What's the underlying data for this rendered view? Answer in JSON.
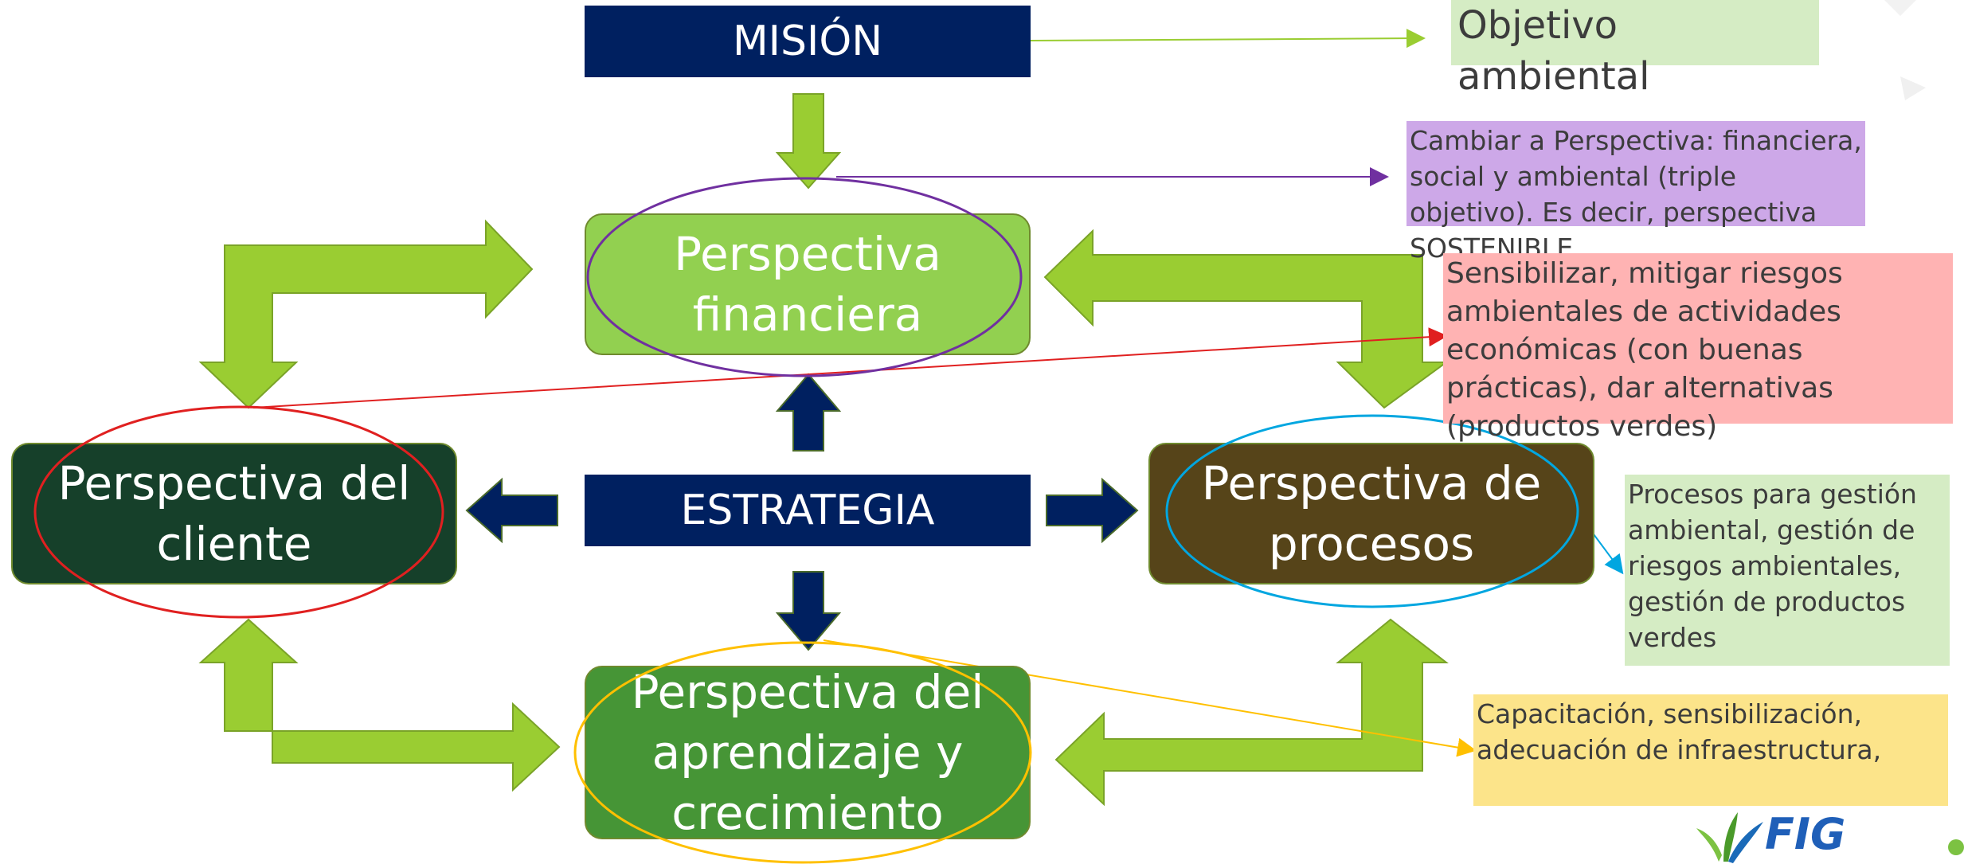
{
  "diagram": {
    "mission": "MISIÓN",
    "strategy": "ESTRATEGIA",
    "financial": {
      "line1": "Perspectiva",
      "line2": "financiera"
    },
    "customer": {
      "line1": "Perspectiva del",
      "line2": "cliente"
    },
    "processes": {
      "line1": "Perspectiva de",
      "line2": "procesos"
    },
    "learning": {
      "line1": "Perspectiva del",
      "line2": "aprendizaje y",
      "line3": "crecimiento"
    }
  },
  "notes": {
    "mission_note": "Objetivo ambiental",
    "financial_note": "Cambiar a Perspectiva: financiera, social y ambiental (triple objetivo). Es decir, perspectiva SOSTENIBLE",
    "customer_note": "Sensibilizar, mitigar riesgos ambientales de actividades económicas (con buenas prácticas), dar alternativas (productos verdes)",
    "processes_note": "Procesos para gestión ambiental, gestión de riesgos ambientales, gestión de productos verdes",
    "learning_note": "Capacitación, sensibilización, adecuación de infraestructura,"
  },
  "logo": {
    "text": "FIG"
  },
  "colors": {
    "navy": "#002060",
    "light_green": "#9acd32",
    "lime_box": "#92d050",
    "dark_green": "#16402a",
    "brown": "#564419",
    "mid_green": "#469536",
    "note_green": "#d5ecc4",
    "note_purple": "#cda8e8",
    "note_pink": "#ffb3b3",
    "note_yellow": "#fce48a",
    "purple_line": "#7030a0",
    "red_line": "#e02020",
    "cyan_line": "#00a6e0",
    "yellow_line": "#ffc000"
  },
  "icons": [
    "arrow-right-icon",
    "arrow-down-icon",
    "arrow-up-icon",
    "arrow-left-icon",
    "fig-logo"
  ]
}
